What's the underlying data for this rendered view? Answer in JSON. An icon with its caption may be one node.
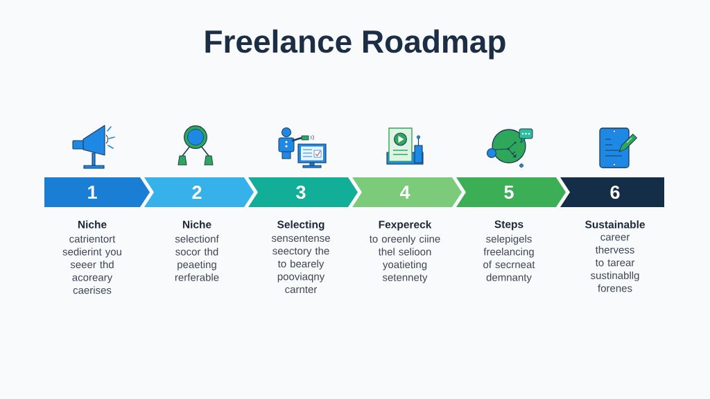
{
  "diagram": {
    "title": "Freelance Roadmap",
    "nodes": [
      {
        "text": [
          "1"
        ],
        "beside": [
          "Niche",
          "catrientort sedierint you seeer thd acoreary caerises"
        ]
      },
      {
        "text": [
          "2"
        ],
        "beside": [
          "Niche",
          "selectionf socor thd peaeting rerferable"
        ]
      },
      {
        "text": [
          "3"
        ],
        "beside": [
          "Selecting",
          "sensentense seectory the to bearely pooviaqny carnter"
        ]
      },
      {
        "text": [
          "4"
        ],
        "beside": [
          "Fexpereck",
          "to oreenly ciine thel selioon yoatieting setennety"
        ]
      },
      {
        "text": [
          "5"
        ],
        "beside": [
          "Steps",
          "selepigels freelancing of secrneat demnanty"
        ]
      },
      {
        "text": [
          "6"
        ],
        "beside": [
          "Sustainable",
          "career thervess to tarear sustinabllg forenes"
        ]
      }
    ]
  }
}
